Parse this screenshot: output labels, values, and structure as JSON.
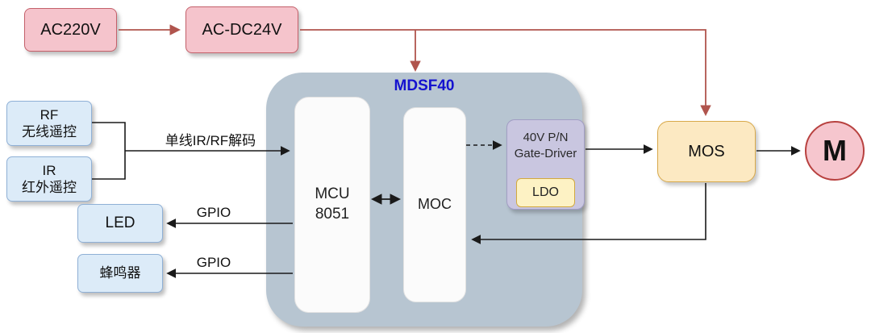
{
  "diagram": {
    "block_title": "MDSF40",
    "nodes": {
      "ac220v": "AC220V",
      "acdc24v": "AC-DC24V",
      "rf_line1": "RF",
      "rf_line2": "无线遥控",
      "ir_line1": "IR",
      "ir_line2": "红外遥控",
      "led": "LED",
      "buzzer": "蜂鸣器",
      "mcu_line1": "MCU",
      "mcu_line2": "8051",
      "moc": "MOC",
      "gatedriver_line1": "40V P/N",
      "gatedriver_line2": "Gate-Driver",
      "ldo": "LDO",
      "mos": "MOS",
      "motor": "M"
    },
    "labels": {
      "decode": "单线IR/RF解码",
      "gpio_led": "GPIO",
      "gpio_buzzer": "GPIO"
    },
    "colors": {
      "power_line": "#b0544d",
      "signal_line": "#1a1a1a",
      "pink_fill": "#f5c4cc",
      "pink_border": "#c4606a",
      "blue_fill": "#dcebf8",
      "blue_border": "#8fb0d6",
      "gray_block": "#b7c5d1",
      "inner_white": "#fbfbfb",
      "driver_fill": "#c9c6e0",
      "ldo_fill": "#fdf2c4",
      "mos_fill": "#fce9c2",
      "motor_fill": "#f6c6ce",
      "title_blue": "#1512cf"
    }
  }
}
